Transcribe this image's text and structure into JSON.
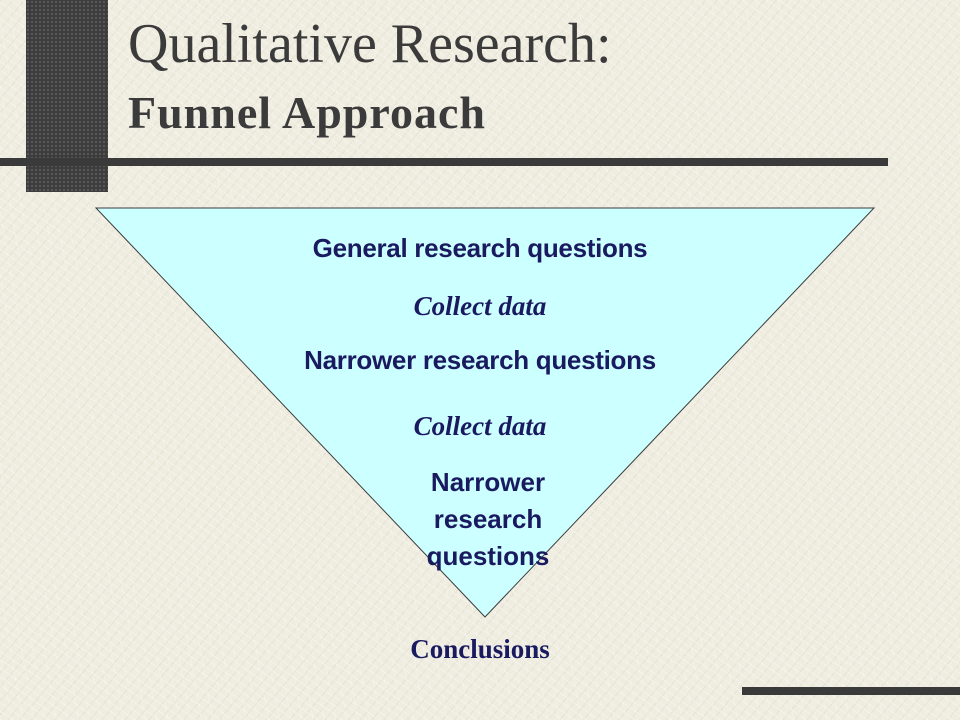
{
  "slide": {
    "title_line1": "Qualitative Research:",
    "title_line2": "Funnel Approach"
  },
  "funnel": {
    "fill_color": "#ccffff",
    "steps": [
      "General research questions",
      "Collect data",
      "Narrower research questions",
      "Collect data"
    ],
    "final_question_lines": [
      "Narrower",
      "research",
      "questions"
    ],
    "outcome": "Conclusions"
  },
  "colors": {
    "label_text": "#1a1a60",
    "title_text": "#3b3b3b",
    "accent_bar": "#3c3c3c"
  }
}
